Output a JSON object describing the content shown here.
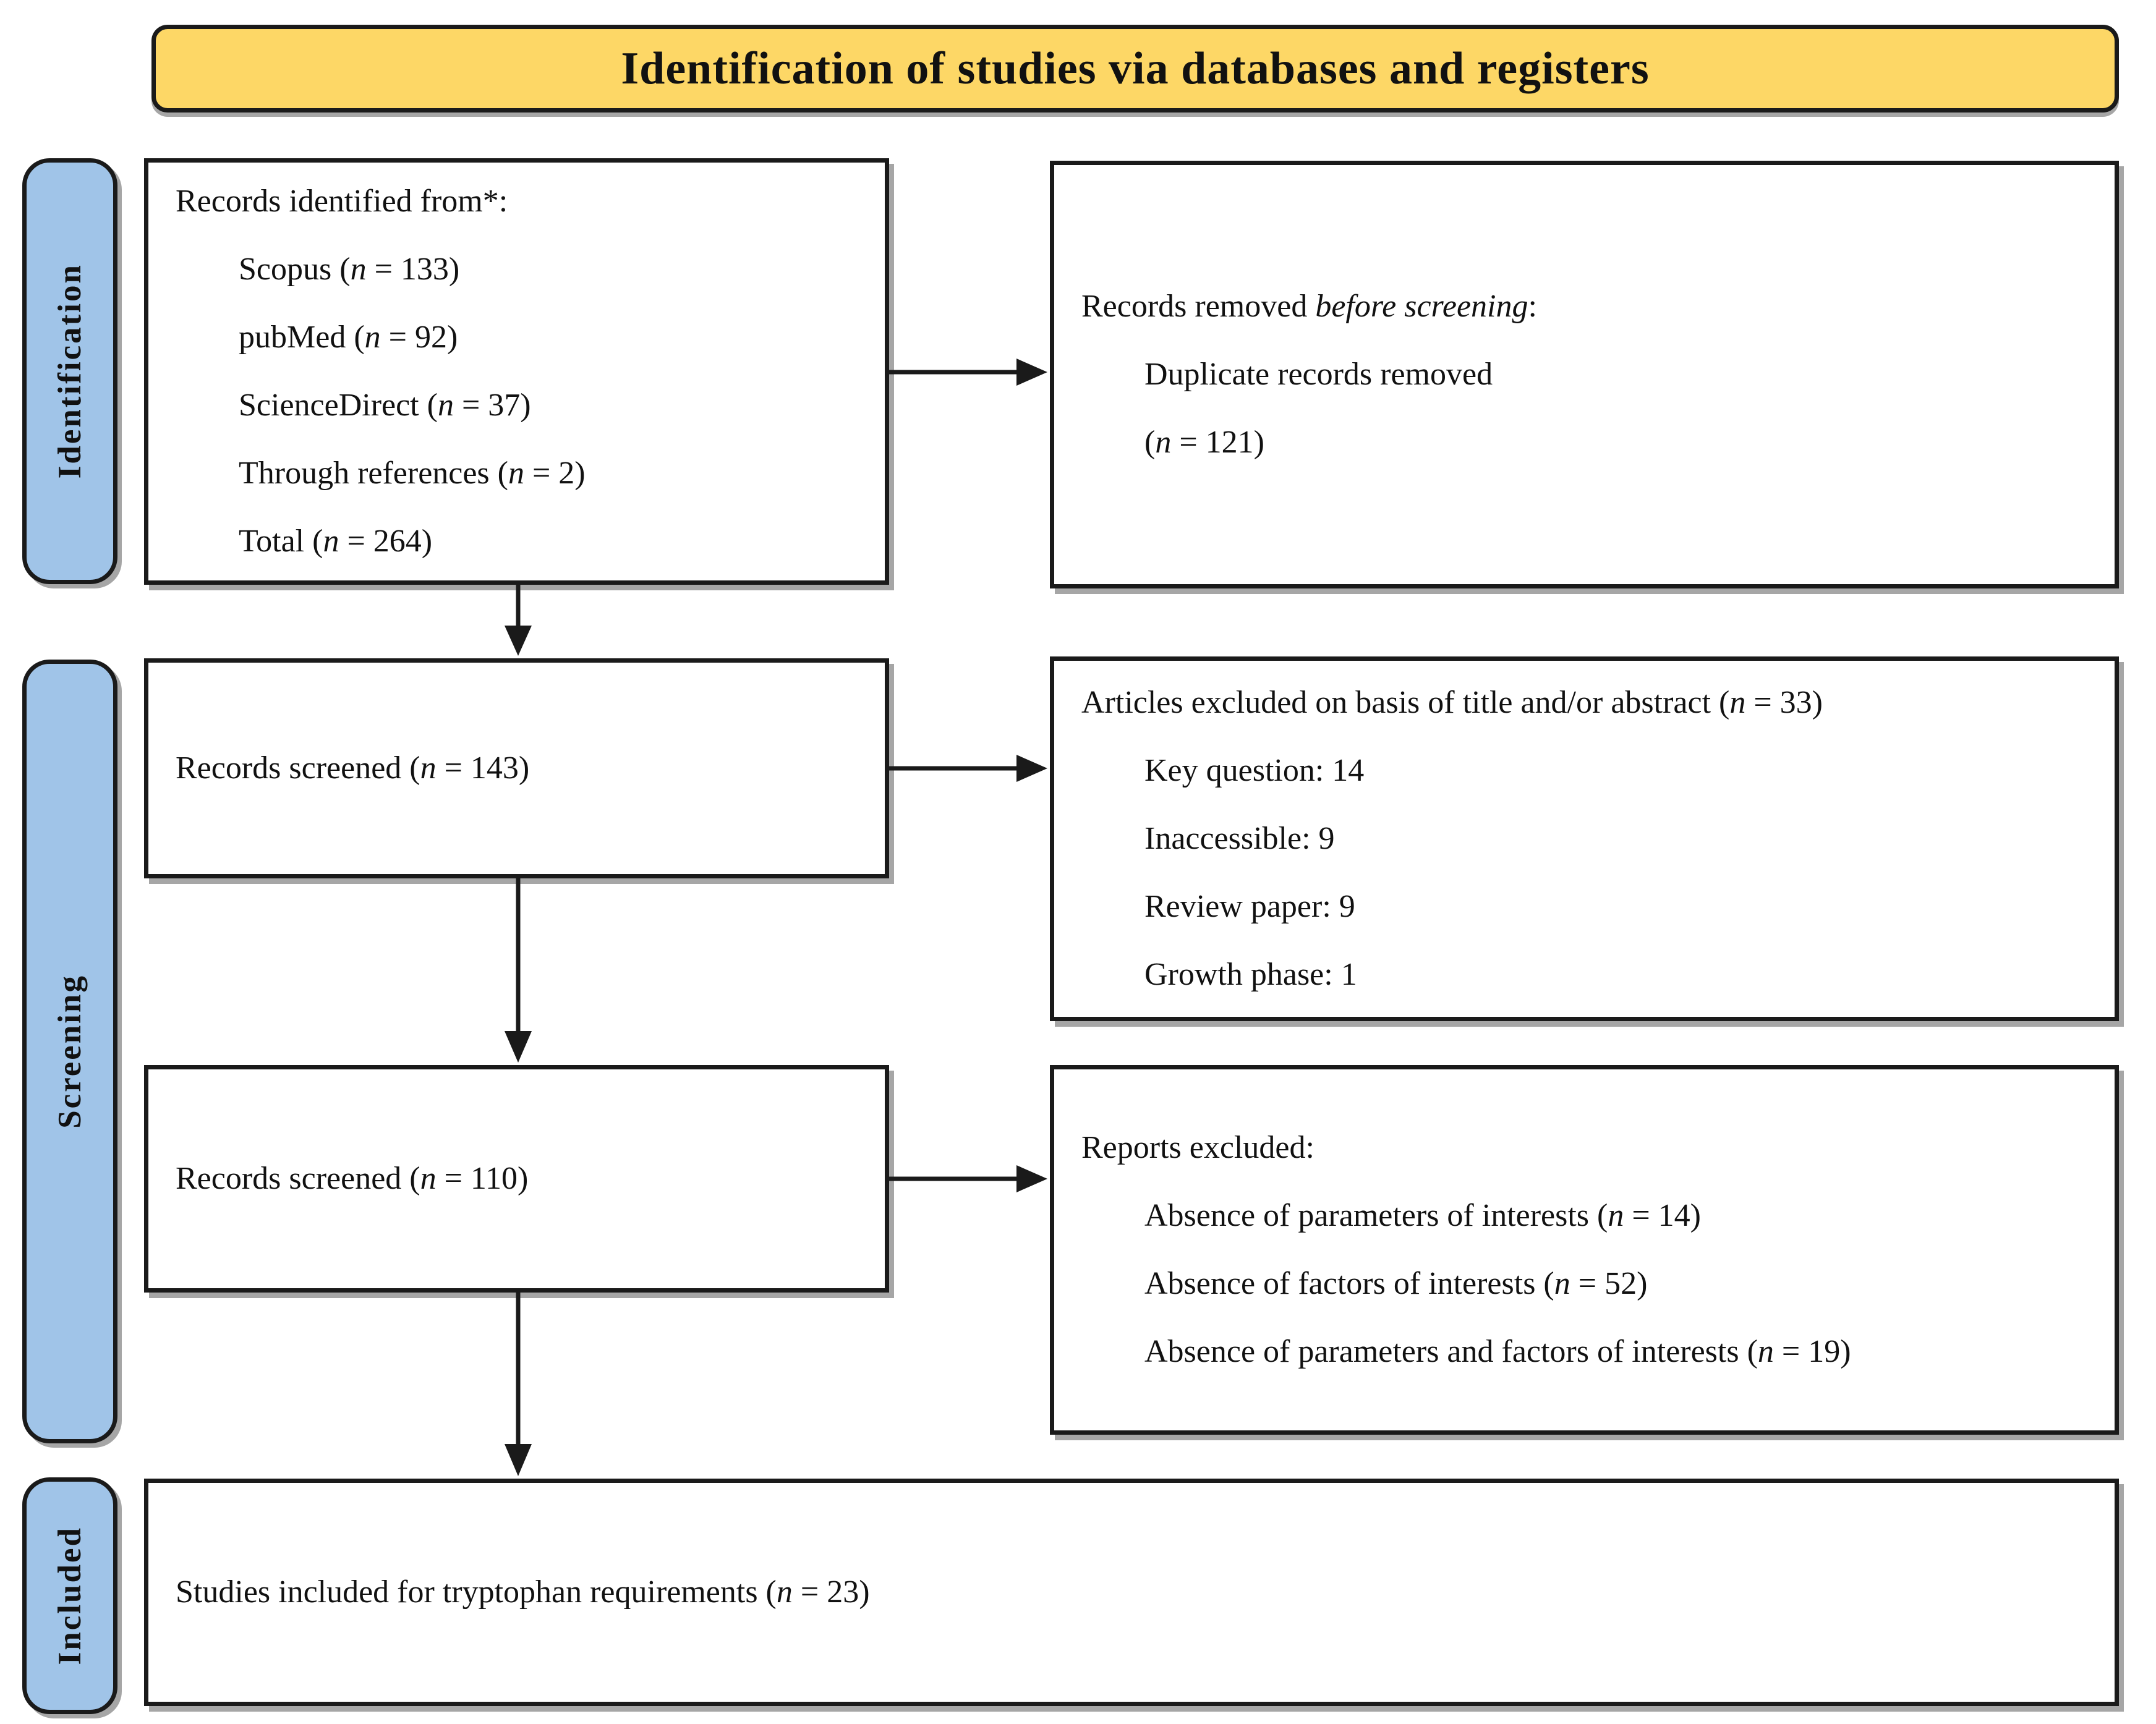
{
  "title": "Identification of studies via databases and registers",
  "colors": {
    "banner_fill": "#FDD766",
    "stage_fill": "#A0C4E8",
    "border": "#1A1A1A",
    "shadow": "#A6A6A6",
    "text": "#111111"
  },
  "sidebar": {
    "stages": [
      {
        "label": "Identification"
      },
      {
        "label": "Screening"
      },
      {
        "label": "Included"
      }
    ]
  },
  "boxes": {
    "identified": {
      "lines": [
        "Records identified from*:",
        "Scopus (_n_ = 133)",
        "pubMed (_n_ = 92)",
        "ScienceDirect (_n_ = 37)",
        "Through references (_n_ = 2)",
        "Total (_n_ = 264)"
      ]
    },
    "removed": {
      "lines": [
        "Records removed _before screening_:",
        "Duplicate records removed",
        "(_n_ = 121)"
      ]
    },
    "screened1": {
      "text": "Records screened (_n_ = 143)"
    },
    "excluded_title_abstract": {
      "lines": [
        "Articles excluded on basis of title and/or abstract (_n_ = 33)",
        "Key question: 14",
        "Inaccessible: 9",
        "Review paper: 9",
        "Growth phase: 1"
      ]
    },
    "screened2": {
      "text": "Records screened (_n_ = 110)"
    },
    "reports_excluded": {
      "lines": [
        "Reports excluded:",
        "Absence of parameters of interests (_n_ = 14)",
        "Absence of factors of interests  (_n_ = 52)",
        "Absence of parameters and factors of interests (_n_ = 19)"
      ]
    },
    "included": {
      "text": "Studies included for tryptophan requirements (_n_ = 23)"
    }
  }
}
